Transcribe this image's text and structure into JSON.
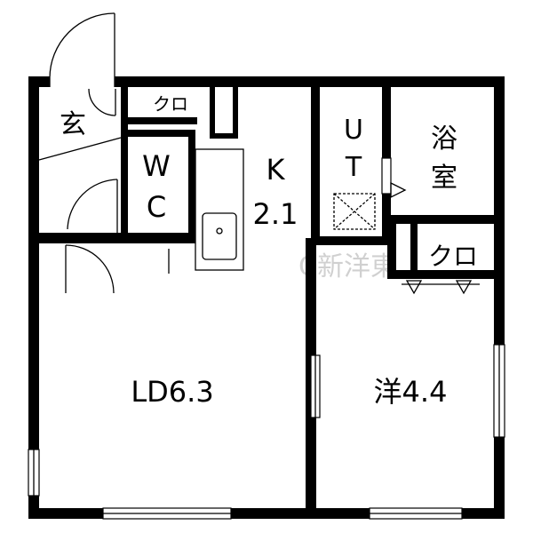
{
  "rooms": {
    "entrance": "玄",
    "closet_top": "クロ",
    "wc_line1": "W",
    "wc_line2": "C",
    "kitchen_line1": "K",
    "kitchen_line2": "2.1",
    "ut_line1": "U",
    "ut_line2": "T",
    "bath_line1": "浴",
    "bath_line2": "室",
    "closet_right": "クロ",
    "ld": "LD6.3",
    "western": "洋4.4"
  },
  "watermark": "C新洋東",
  "colors": {
    "line": "#000000",
    "background": "#ffffff"
  }
}
